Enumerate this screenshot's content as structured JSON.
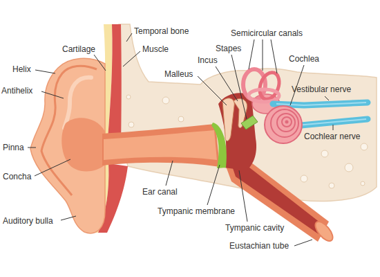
{
  "diagram": {
    "labels": [
      "Temporal bone",
      "Cartilage",
      "Muscle",
      "Semicircular canals",
      "Stapes",
      "Incus",
      "Cochlea",
      "Malleus",
      "Vestibular nerve",
      "Helix",
      "Antihelix",
      "Cochlear nerve",
      "Pinna",
      "Concha",
      "Ear canal",
      "Tympanic membrane",
      "Auditory bulla",
      "Tympanic cavity",
      "Eustachian tube"
    ]
  }
}
